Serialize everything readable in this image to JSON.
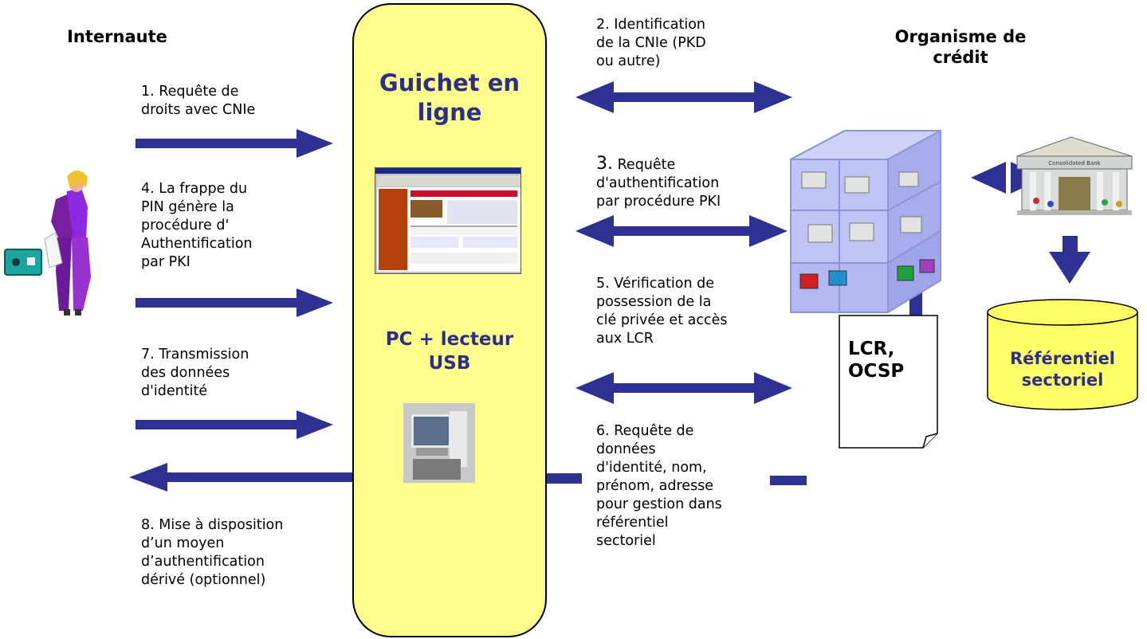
{
  "headers": {
    "internaute": "Internaute",
    "organisme": "Organisme de\ncrédit"
  },
  "guichet": {
    "title": "Guichet en\nligne",
    "device": "PC + lecteur\nUSB"
  },
  "steps": {
    "s1": "1. Requête de\ndroits avec CNIe",
    "s2": "2. Identification\nde la CNIe (PKD\nou autre)",
    "s3_num": "3.",
    "s3_text": " Requête\nd'authentification\npar procédure PKI",
    "s4": "4. La frappe du\nPIN génère la\nprocédure d'\nAuthentification\npar PKI",
    "s5": "5. Vérification de\npossession de la\nclé privée et accès\naux LCR",
    "s6": "6. Requête de\ndonnées\nd'identité, nom,\nprénom, adresse\npour gestion dans\nréférentiel\nsectoriel",
    "s7": "7. Transmission\ndes données\nd'identité",
    "s8": "8. Mise à disposition\nd’un moyen\nd’authentification\ndérivé (optionnel)"
  },
  "lcr_doc": "LCR,\nOCSP",
  "referentiel": "Référentiel\nsectoriel",
  "bank_sign": "Consolidated    Bank",
  "colors": {
    "arrow": "#2e3192",
    "guichet_fill": "#fdfd8c",
    "cylinder_fill": "#ffff66",
    "title_text": "#2c2f85"
  }
}
